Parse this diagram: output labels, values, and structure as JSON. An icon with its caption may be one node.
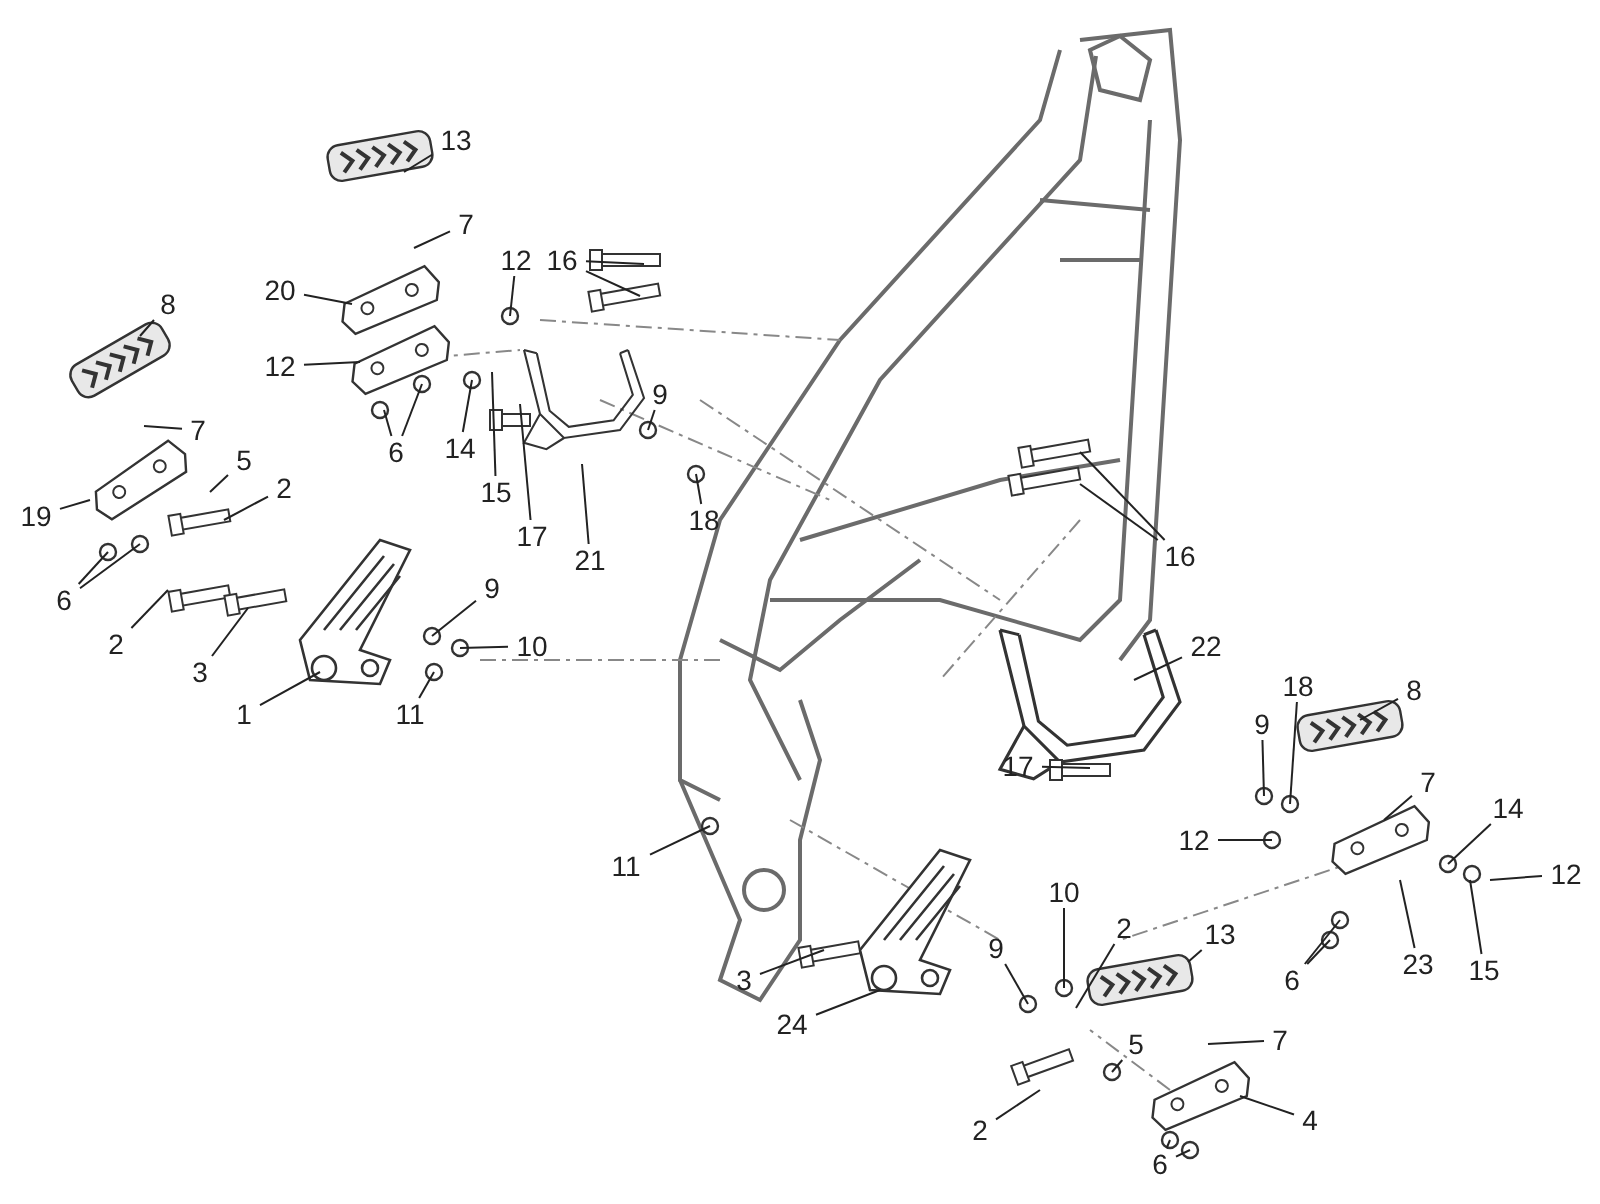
{
  "diagram": {
    "nodes": [
      {
        "text": [
          "13"
        ]
      },
      {
        "text": [
          "8"
        ]
      },
      {
        "text": [
          "7"
        ]
      },
      {
        "text": [
          "20"
        ]
      },
      {
        "text": [
          "12"
        ]
      },
      {
        "text": [
          "12"
        ]
      },
      {
        "text": [
          "6"
        ]
      },
      {
        "text": [
          "14"
        ]
      },
      {
        "text": [
          "15"
        ]
      },
      {
        "text": [
          "17"
        ]
      },
      {
        "text": [
          "16"
        ]
      },
      {
        "text": [
          "21"
        ]
      },
      {
        "text": [
          "9"
        ]
      },
      {
        "text": [
          "18"
        ]
      },
      {
        "text": [
          "7"
        ]
      },
      {
        "text": [
          "5"
        ]
      },
      {
        "text": [
          "2"
        ]
      },
      {
        "text": [
          "19"
        ]
      },
      {
        "text": [
          "6"
        ]
      },
      {
        "text": [
          "2"
        ]
      },
      {
        "text": [
          "3"
        ]
      },
      {
        "text": [
          "9"
        ]
      },
      {
        "text": [
          "10"
        ]
      },
      {
        "text": [
          "1"
        ]
      },
      {
        "text": [
          "11"
        ]
      },
      {
        "text": [
          "16"
        ]
      },
      {
        "text": [
          "22"
        ]
      },
      {
        "text": [
          "17"
        ]
      },
      {
        "text": [
          "9"
        ]
      },
      {
        "text": [
          "18"
        ]
      },
      {
        "text": [
          "8"
        ]
      },
      {
        "text": [
          "7"
        ]
      },
      {
        "text": [
          "14"
        ]
      },
      {
        "text": [
          "12"
        ]
      },
      {
        "text": [
          "12"
        ]
      },
      {
        "text": [
          "11"
        ]
      },
      {
        "text": [
          "10"
        ]
      },
      {
        "text": [
          "9"
        ]
      },
      {
        "text": [
          "2"
        ]
      },
      {
        "text": [
          "13"
        ]
      },
      {
        "text": [
          "6"
        ]
      },
      {
        "text": [
          "23"
        ]
      },
      {
        "text": [
          "15"
        ]
      },
      {
        "text": [
          "3"
        ]
      },
      {
        "text": [
          "24"
        ]
      },
      {
        "text": [
          "5"
        ]
      },
      {
        "text": [
          "7"
        ]
      },
      {
        "text": [
          "4"
        ]
      },
      {
        "text": [
          "2"
        ]
      },
      {
        "text": [
          "6"
        ]
      }
    ],
    "edges": [
      {
        "from": 0,
        "to": null,
        "arrow": "none"
      },
      {
        "from": 1,
        "to": null,
        "arrow": "none"
      },
      {
        "from": 2,
        "to": null,
        "arrow": "none"
      },
      {
        "from": 3,
        "to": null,
        "arrow": "none"
      },
      {
        "from": 4,
        "to": null,
        "arrow": "none"
      },
      {
        "from": 5,
        "to": null,
        "arrow": "none"
      },
      {
        "from": 6,
        "to": null,
        "arrow": "none"
      },
      {
        "from": 6,
        "to": null,
        "arrow": "none"
      },
      {
        "from": 7,
        "to": null,
        "arrow": "none"
      },
      {
        "from": 8,
        "to": null,
        "arrow": "none"
      },
      {
        "from": 9,
        "to": null,
        "arrow": "none"
      },
      {
        "from": 10,
        "to": null,
        "arrow": "none"
      },
      {
        "from": 10,
        "to": null,
        "arrow": "none"
      },
      {
        "from": 11,
        "to": null,
        "arrow": "none"
      },
      {
        "from": 12,
        "to": null,
        "arrow": "none"
      },
      {
        "from": 13,
        "to": null,
        "arrow": "none"
      },
      {
        "from": 14,
        "to": null,
        "arrow": "none"
      },
      {
        "from": 15,
        "to": null,
        "arrow": "none"
      },
      {
        "from": 16,
        "to": null,
        "arrow": "none"
      },
      {
        "from": 17,
        "to": null,
        "arrow": "none"
      },
      {
        "from": 18,
        "to": null,
        "arrow": "none"
      },
      {
        "from": 18,
        "to": null,
        "arrow": "none"
      },
      {
        "from": 19,
        "to": null,
        "arrow": "none"
      },
      {
        "from": 20,
        "to": null,
        "arrow": "none"
      },
      {
        "from": 21,
        "to": null,
        "arrow": "none"
      },
      {
        "from": 22,
        "to": null,
        "arrow": "none"
      },
      {
        "from": 23,
        "to": null,
        "arrow": "none"
      },
      {
        "from": 24,
        "to": null,
        "arrow": "none"
      },
      {
        "from": 25,
        "to": null,
        "arrow": "none"
      },
      {
        "from": 25,
        "to": null,
        "arrow": "none"
      },
      {
        "from": 26,
        "to": null,
        "arrow": "none"
      },
      {
        "from": 27,
        "to": null,
        "arrow": "none"
      },
      {
        "from": 28,
        "to": null,
        "arrow": "none"
      },
      {
        "from": 29,
        "to": null,
        "arrow": "none"
      },
      {
        "from": 30,
        "to": null,
        "arrow": "none"
      },
      {
        "from": 31,
        "to": null,
        "arrow": "none"
      },
      {
        "from": 32,
        "to": null,
        "arrow": "none"
      },
      {
        "from": 33,
        "to": null,
        "arrow": "none"
      },
      {
        "from": 34,
        "to": null,
        "arrow": "none"
      },
      {
        "from": 35,
        "to": null,
        "arrow": "none"
      },
      {
        "from": 36,
        "to": null,
        "arrow": "none"
      },
      {
        "from": 37,
        "to": null,
        "arrow": "none"
      },
      {
        "from": 38,
        "to": null,
        "arrow": "none"
      },
      {
        "from": 39,
        "to": null,
        "arrow": "none"
      },
      {
        "from": 40,
        "to": null,
        "arrow": "none"
      },
      {
        "from": 40,
        "to": null,
        "arrow": "none"
      },
      {
        "from": 41,
        "to": null,
        "arrow": "none"
      },
      {
        "from": 42,
        "to": null,
        "arrow": "none"
      },
      {
        "from": 43,
        "to": null,
        "arrow": "none"
      },
      {
        "from": 44,
        "to": null,
        "arrow": "none"
      },
      {
        "from": 45,
        "to": null,
        "arrow": "none"
      },
      {
        "from": 46,
        "to": null,
        "arrow": "none"
      },
      {
        "from": 47,
        "to": null,
        "arrow": "none"
      },
      {
        "from": 48,
        "to": null,
        "arrow": "none"
      },
      {
        "from": 49,
        "to": null,
        "arrow": "none"
      },
      {
        "from": 49,
        "to": null,
        "arrow": "none"
      }
    ]
  }
}
